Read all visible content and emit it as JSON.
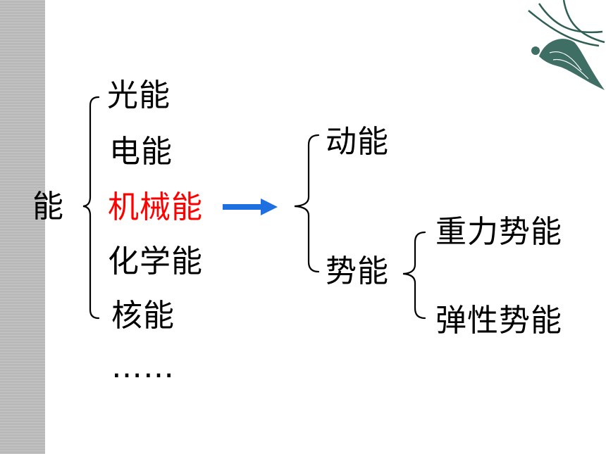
{
  "root": {
    "label": "能"
  },
  "energy_forms": [
    {
      "label": "光能"
    },
    {
      "label": "电能"
    },
    {
      "label": "机械能",
      "highlight_color": "#ff0000"
    },
    {
      "label": "化学能"
    },
    {
      "label": "核能"
    },
    {
      "label": "……"
    }
  ],
  "mechanical_split": [
    {
      "label": "动能"
    },
    {
      "label": "势能"
    }
  ],
  "potential_split": [
    {
      "label": "重力势能"
    },
    {
      "label": "弹性势能"
    }
  ],
  "colors": {
    "arrow": "#1e6fe0",
    "highlight": "#ff0000",
    "side_strip": "#b9b9b9"
  },
  "decoration": {
    "icon": "phoenix-ornament"
  }
}
